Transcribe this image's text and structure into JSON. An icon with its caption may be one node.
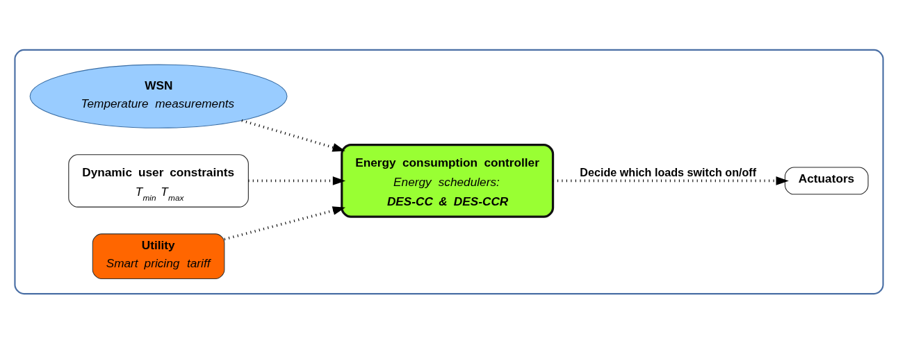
{
  "diagram": {
    "nodes": [
      {
        "text": [],
        "shape": "box"
      },
      {
        "text": [
          "WSN",
          "Temperature measurements"
        ],
        "in": 0
      },
      {
        "text": [
          "Dynamic user constraints",
          "T$_{min}$ T$_{max}$"
        ],
        "in": 0
      },
      {
        "text": [
          "Utility",
          "Smart pricing tariff"
        ],
        "in": 0
      },
      {
        "text": [
          "Energy consumption controller",
          "Energy schedulers:",
          "DES-CC & DES-CCR"
        ],
        "in": 0
      },
      {
        "text": [
          "Actuators"
        ],
        "in": 0
      }
    ],
    "edges": [
      {
        "from": 1,
        "to": 4,
        "arrow": "to"
      },
      {
        "from": 2,
        "to": 4,
        "arrow": "to"
      },
      {
        "from": 3,
        "to": 4,
        "arrow": "to"
      },
      {
        "from": 4,
        "to": 5,
        "arrow": "to",
        "label": "Decide which loads switch on/off"
      }
    ]
  }
}
